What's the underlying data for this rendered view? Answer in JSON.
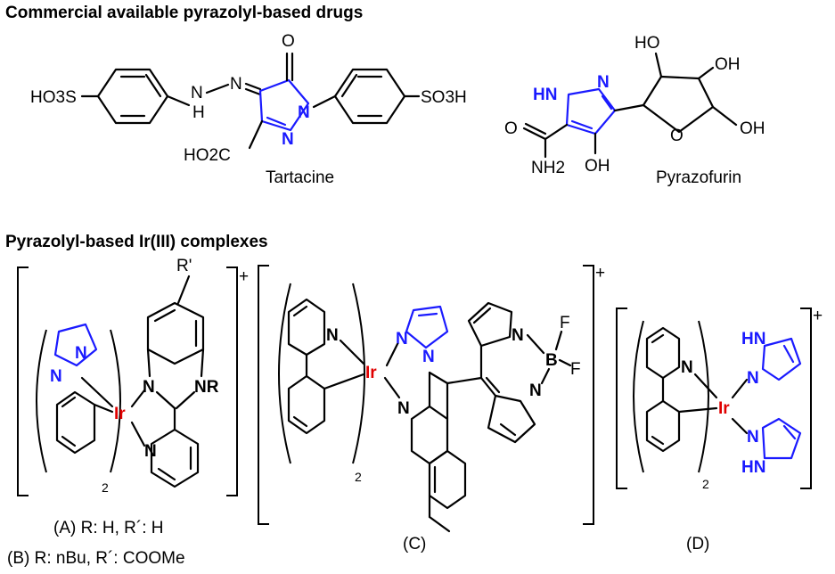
{
  "headings": {
    "drugs": "Commercial available pyrazolyl-based drugs",
    "complexes": "Pyrazolyl-based Ir(III) complexes"
  },
  "drugs": {
    "tartacine": {
      "name": "Tartacine",
      "so3h_left": "HO3S",
      "so3h_right": "SO3H",
      "hydrazo_n": "N",
      "hydrazo_nh": "H",
      "carbonyl_o": "O",
      "ring_n1": "N",
      "ring_n2": "N",
      "acid": "HO2C"
    },
    "pyrazofurin": {
      "name": "Pyrazofurin",
      "hn": "HN",
      "n": "N",
      "oh_top1": "HO",
      "oh_top2": "OH",
      "oh_right": "OH",
      "oh_bottom": "OH",
      "ring_o": "O",
      "amide_o": "O",
      "amide_n": "NH2"
    }
  },
  "complexes": {
    "A_label": "(A)  R: H, R´: H",
    "B_label": "(B)  R: nBu, R´: COOMe",
    "C_label": "(C)",
    "D_label": "(D)",
    "charge": "+",
    "subscript": "2",
    "metal": "Ir",
    "r_prime": "R'",
    "nr": "NR",
    "n": "N",
    "hn": "HN",
    "b": "B",
    "f": "F"
  },
  "colors": {
    "pyrazole": "#1a1aff",
    "metal": "#e00000",
    "text": "#000000"
  }
}
